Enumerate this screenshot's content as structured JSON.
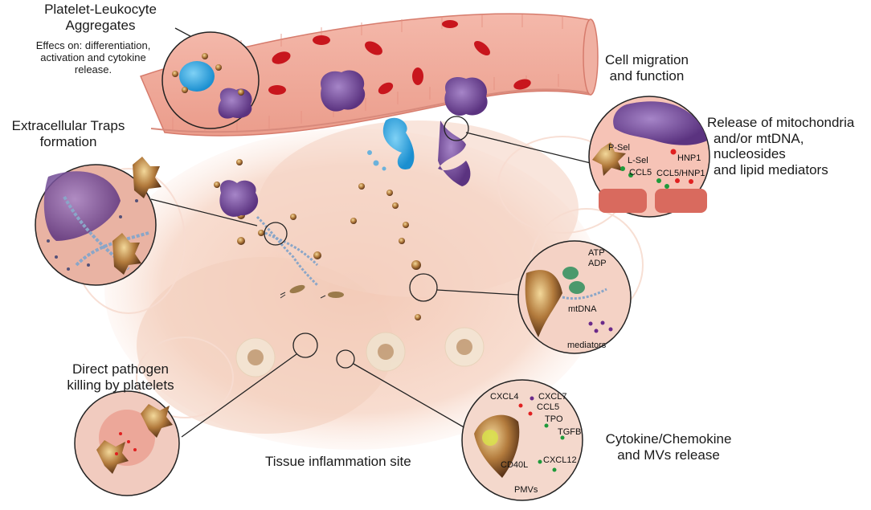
{
  "labels": {
    "pla_title_1": "Platelet-Leukocyte",
    "pla_title_2": "Aggregates",
    "pla_desc_1": "Effecs on: differentiation,",
    "pla_desc_2": "activation and cytokine",
    "pla_desc_3": "release.",
    "migration_1": "Cell migration",
    "migration_2": "and function",
    "traps_1": "Extracellular Traps",
    "traps_2": "formation",
    "mito_1": "Release of mitochondria",
    "mito_2": "and/or mtDNA,",
    "mito_3": "nucleosides",
    "mito_4": "and lipid mediators",
    "killing_1": "Direct pathogen",
    "killing_2": "killing by platelets",
    "tissue": "Tissue inflammation site",
    "cytokine_1": "Cytokine/Chemokine",
    "cytokine_2": "and MVs release"
  },
  "migration_inset": {
    "psel": "P-Sel",
    "lsel": "L-Sel",
    "hnp1": "HNP1",
    "ccl5": "CCL5",
    "ccl5_hnp1": "CCL5/HNP1"
  },
  "mito_inset": {
    "atp": "ATP",
    "adp": "ADP",
    "mtdna": "mtDNA",
    "mediators": "mediators"
  },
  "cytokine_inset": {
    "cxcl4": "CXCL4",
    "cxcl7": "CXCL7",
    "ccl5": "CCL5",
    "tpo": "TPO",
    "tgfb": "TGFB",
    "cxcl12": "CXCL12",
    "cd40l": "CD40L",
    "pmvs": "PMVs"
  },
  "colors": {
    "vessel": "#f2a99a",
    "vessel_dark": "#d97f70",
    "rbc": "#c8161d",
    "leukocyte": "#7a4aa0",
    "platelet": "#8a5a2b",
    "monocyte": "#2aa7e0",
    "tissue": "#f6d3c4",
    "dna": "#8aa6c8",
    "green": "#1e9a3a",
    "red_dot": "#e02020",
    "purple_dot": "#6a2a8a"
  }
}
